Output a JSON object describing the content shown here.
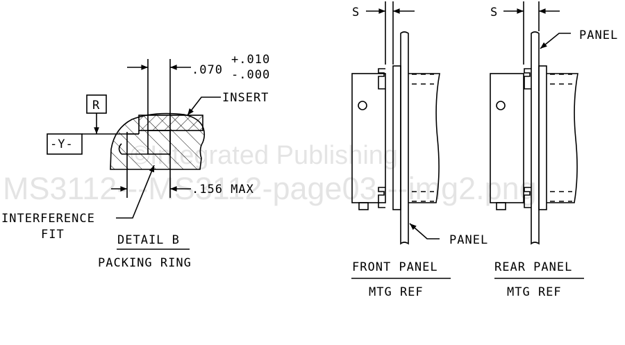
{
  "detail_b": {
    "dim_070": ".070",
    "tol_plus": "+.010",
    "tol_minus": "-.000",
    "insert_label": "INSERT",
    "datum_r": "R",
    "datum_y": "-Y-",
    "dim_156": ".156 MAX",
    "interference_line1": "INTERFERENCE",
    "interference_line2": "FIT",
    "title": "DETAIL B",
    "subtitle": "PACKING RING"
  },
  "front_panel": {
    "s_label": "S",
    "panel_label": "PANEL",
    "title": "FRONT PANEL",
    "subtitle": "MTG REF"
  },
  "rear_panel": {
    "s_label": "S",
    "panel_label": "PANEL",
    "title": "REAR PANEL",
    "subtitle": "MTG REF"
  },
  "watermark": {
    "line1": "©Integrated Publishing",
    "line2": "MS3112---MS3112-page03---img2.png"
  }
}
